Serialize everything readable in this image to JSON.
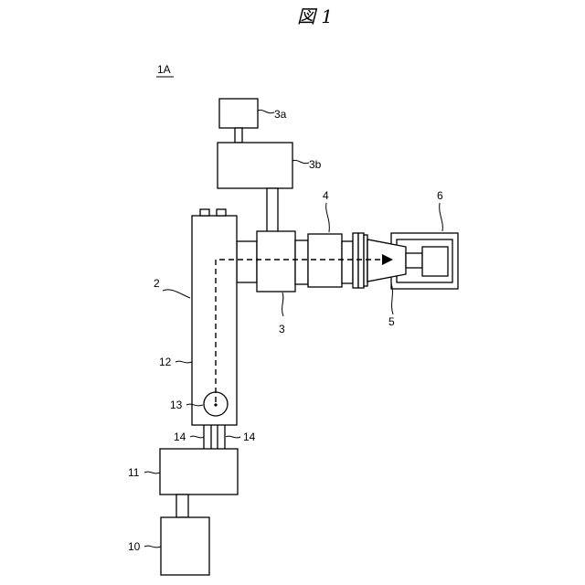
{
  "figure_title": "図 1",
  "system_label": "1A",
  "labels": {
    "l2": "2",
    "l3": "3",
    "l3a": "3a",
    "l3b": "3b",
    "l4": "4",
    "l5": "5",
    "l6": "6",
    "l10": "10",
    "l11": "11",
    "l12": "12",
    "l13": "13",
    "l14a": "14",
    "l14b": "14"
  }
}
